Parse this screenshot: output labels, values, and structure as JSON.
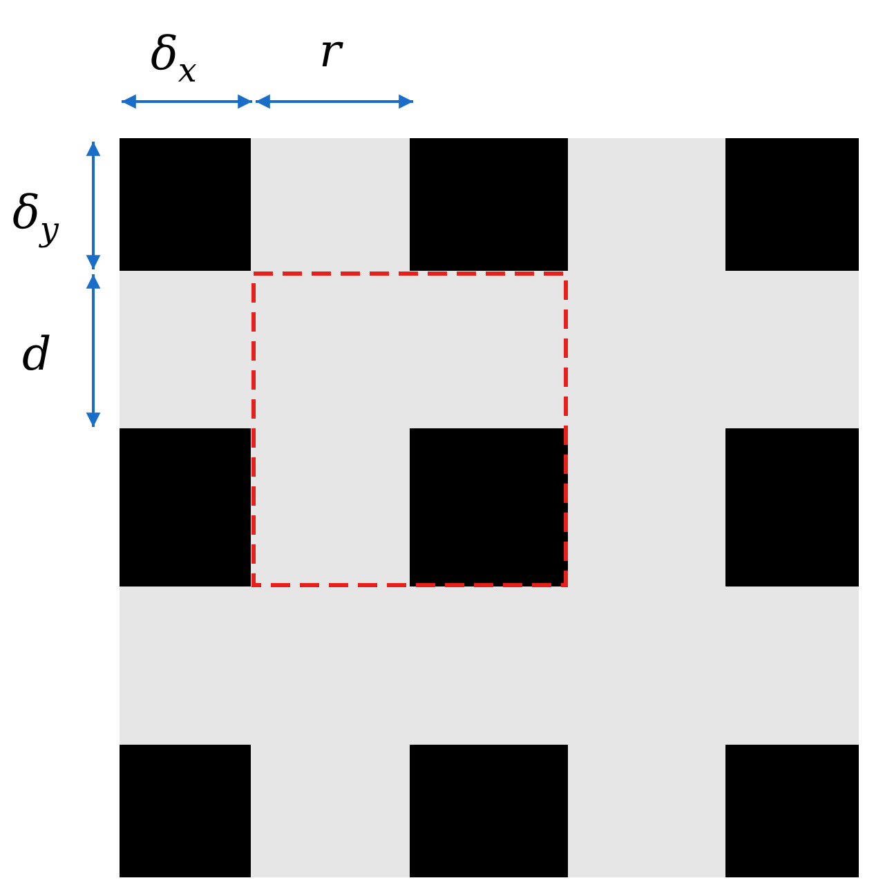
{
  "labels": {
    "delta_x": {
      "symbol": "δ",
      "subscript": "x"
    },
    "r": "r",
    "delta_y": {
      "symbol": "δ",
      "subscript": "y"
    },
    "d": "d"
  },
  "colors": {
    "background": "#e6e6e6",
    "block": "#000000",
    "arrow": "#1a6ec9",
    "highlight": "#e8201c"
  }
}
